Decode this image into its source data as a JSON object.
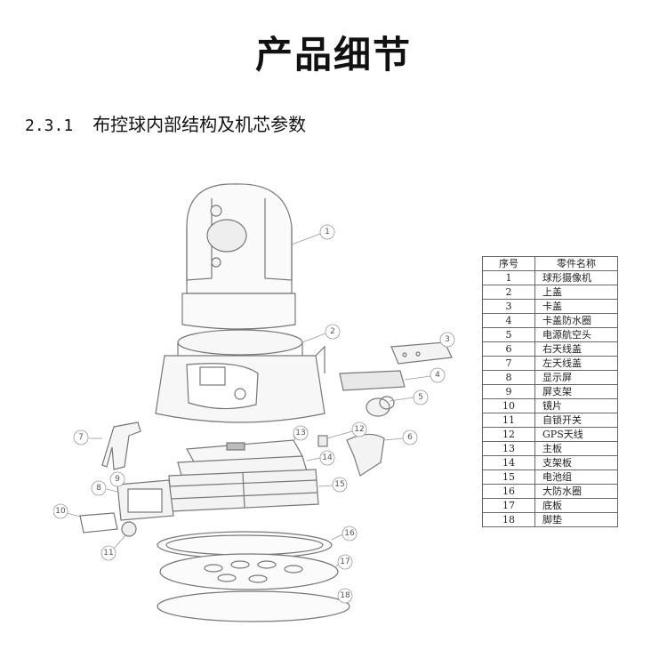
{
  "page": {
    "title": "产品细节"
  },
  "section": {
    "number": "2.3.1",
    "title": "布控球内部结构及机芯参数"
  },
  "parts_table": {
    "headers": {
      "index": "序号",
      "name": "零件名称"
    },
    "rows": [
      {
        "index": "1",
        "name": "球形摄像机"
      },
      {
        "index": "2",
        "name": "上盖"
      },
      {
        "index": "3",
        "name": "卡盖"
      },
      {
        "index": "4",
        "name": "卡盖防水圈"
      },
      {
        "index": "5",
        "name": "电源航空头"
      },
      {
        "index": "6",
        "name": "右天线盖"
      },
      {
        "index": "7",
        "name": "左天线盖"
      },
      {
        "index": "8",
        "name": "显示屏"
      },
      {
        "index": "9",
        "name": "屏支架"
      },
      {
        "index": "10",
        "name": "镜片"
      },
      {
        "index": "11",
        "name": "自锁开关"
      },
      {
        "index": "12",
        "name": "GPS天线"
      },
      {
        "index": "13",
        "name": "主板"
      },
      {
        "index": "14",
        "name": "支架板"
      },
      {
        "index": "15",
        "name": "电池组"
      },
      {
        "index": "16",
        "name": "大防水圈"
      },
      {
        "index": "17",
        "name": "底板"
      },
      {
        "index": "18",
        "name": "脚垫"
      }
    ]
  },
  "diagram": {
    "callouts": [
      "1",
      "2",
      "3",
      "4",
      "5",
      "6",
      "7",
      "8",
      "9",
      "10",
      "11",
      "12",
      "13",
      "14",
      "15",
      "16",
      "17",
      "18"
    ]
  }
}
